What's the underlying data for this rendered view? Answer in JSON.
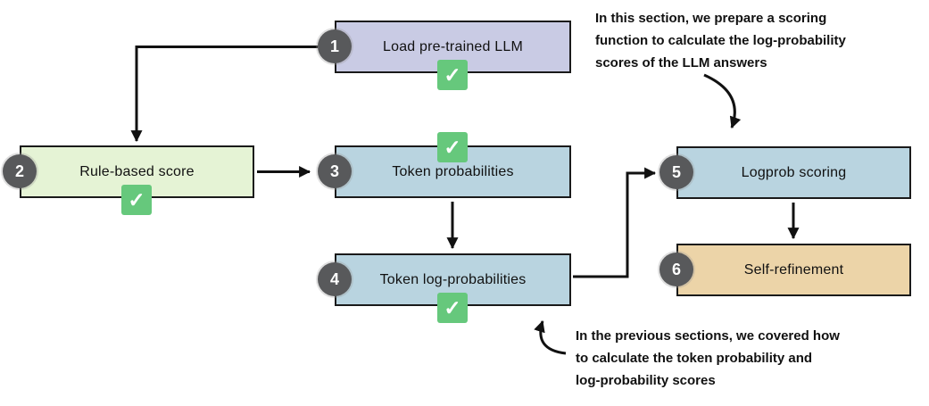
{
  "diagram": {
    "steps": [
      {
        "number": "1",
        "label": "Load pre-trained LLM",
        "fill": "#c9cbe4",
        "checked": true
      },
      {
        "number": "2",
        "label": "Rule-based score",
        "fill": "#e5f3d5",
        "checked": true
      },
      {
        "number": "3",
        "label": "Token probabilities",
        "fill": "#b9d4e0",
        "checked": true
      },
      {
        "number": "4",
        "label": "Token log-probabilities",
        "fill": "#b9d4e0",
        "checked": true
      },
      {
        "number": "5",
        "label": "Logprob scoring",
        "fill": "#b9d4e0",
        "checked": false
      },
      {
        "number": "6",
        "label": "Self-refinement",
        "fill": "#ecd4a8",
        "checked": false
      }
    ],
    "colors": {
      "badge": "#58595b",
      "check": "#66c87c",
      "border": "#1a1a1a",
      "arrow": "#111111"
    },
    "check_icon_glyph": "✓",
    "annotations": {
      "top_lines": [
        "In this section, we prepare a scoring",
        "function to calculate the log-probability",
        "scores of the LLM answers"
      ],
      "bottom_lines": [
        "In the previous sections, we covered how",
        "to calculate the token probability and",
        "log-probability scores"
      ]
    }
  }
}
